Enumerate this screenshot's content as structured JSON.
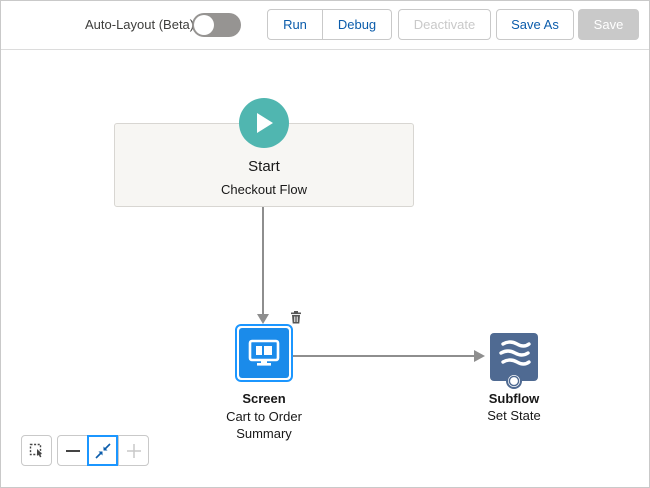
{
  "toolbar": {
    "autolayout_label": "Auto-Layout (Beta)",
    "autolayout_on": false,
    "run_label": "Run",
    "debug_label": "Debug",
    "deactivate_label": "Deactivate",
    "save_as_label": "Save As",
    "save_label": "Save"
  },
  "nodes": {
    "start": {
      "title": "Start",
      "subtitle": "Checkout Flow",
      "icon": "play-icon"
    },
    "screen": {
      "type": "Screen",
      "label_line1": "Cart to Order",
      "label_line2": "Summary",
      "icon": "screen-icon"
    },
    "subflow": {
      "type": "Subflow",
      "label": "Set State",
      "icon": "subflow-icon"
    }
  },
  "zoom_controls": {
    "select_icon": "marquee-select-icon",
    "zoom_out_icon": "minus-icon",
    "fit_icon": "fit-view-icon",
    "zoom_in_icon": "plus-icon"
  },
  "colors": {
    "link": "#0b5cab",
    "start_teal": "#50b6b0",
    "screen_blue": "#1b8bea",
    "selection": "#1b96ff",
    "subflow_navy": "#4f6a92",
    "connector": "#8e8e8e"
  }
}
